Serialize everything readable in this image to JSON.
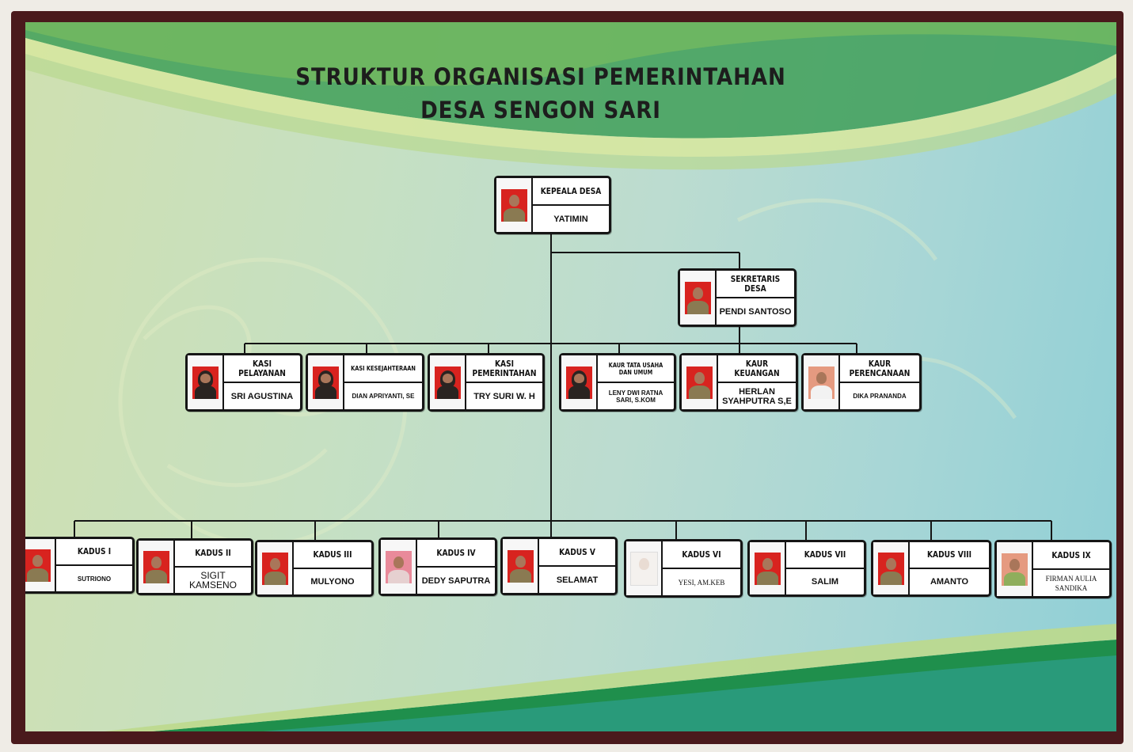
{
  "title_line1": "STRUKTUR ORGANISASI PEMERINTAHAN",
  "title_line2": "DESA SENGON SARI",
  "head": {
    "role": "KEPEALA DESA",
    "name": "YATIMIN"
  },
  "secretary": {
    "role": "SEKRETARIS DESA",
    "name": "PENDI SANTOSO"
  },
  "kasi": [
    {
      "role": "KASI PELAYANAN",
      "name": "SRI AGUSTINA"
    },
    {
      "role": "KASI KESEJAHTERAAN",
      "name": "DIAN APRIYANTI, SE"
    },
    {
      "role": "KASI PEMERINTAHAN",
      "name": "TRY SURI W. H"
    }
  ],
  "kaur": [
    {
      "role": "KAUR TATA USAHA DAN UMUM",
      "name": "LENY DWI RATNA SARI, S.KOM"
    },
    {
      "role": "KAUR KEUANGAN",
      "name": "HERLAN SYAHPUTRA S,E"
    },
    {
      "role": "KAUR PERENCANAAN",
      "name": "DIKA PRANANDA"
    }
  ],
  "kadus": [
    {
      "role": "KADUS I",
      "name": "SUTRIONO"
    },
    {
      "role": "KADUS II",
      "name": "SIGIT KAMSENO"
    },
    {
      "role": "KADUS III",
      "name": "MULYONO"
    },
    {
      "role": "KADUS IV",
      "name": "DEDY SAPUTRA"
    },
    {
      "role": "KADUS V",
      "name": "SELAMAT"
    },
    {
      "role": "KADUS VI",
      "name": "YESI, AM.KEB"
    },
    {
      "role": "KADUS VII",
      "name": "SALIM"
    },
    {
      "role": "KADUS VIII",
      "name": "AMANTO"
    },
    {
      "role": "KADUS IX",
      "name": "FIRMAN AULIA SANDIKA"
    }
  ]
}
